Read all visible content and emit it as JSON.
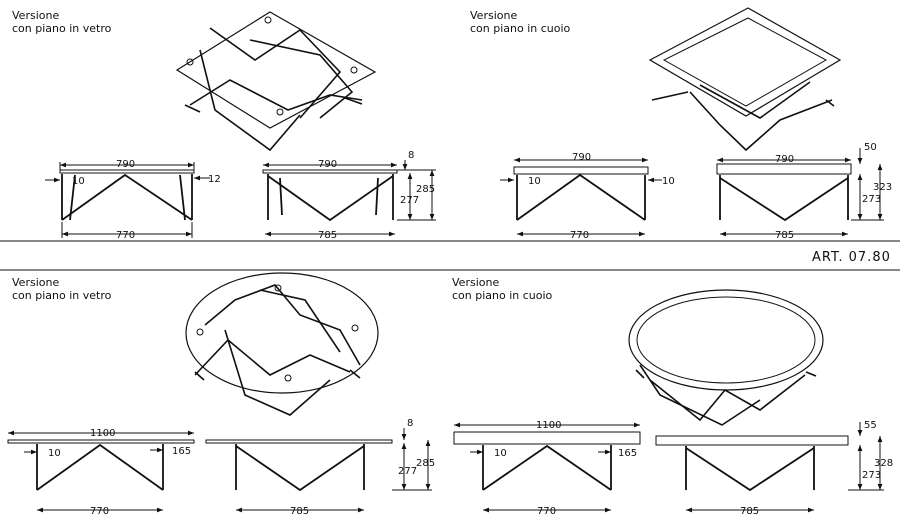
{
  "article": "ART. 07.80",
  "variants": [
    {
      "line1": "Versione",
      "line2": "con piano in vetro"
    },
    {
      "line1": "Versione",
      "line2": "con piano in cuoio"
    },
    {
      "line1": "Versione",
      "line2": "con piano in vetro"
    },
    {
      "line1": "Versione",
      "line2": "con piano in cuoio"
    }
  ],
  "dims": {
    "sq_glass": {
      "top": "790",
      "base": "770",
      "left": "10",
      "right": "12"
    },
    "sq_glass_s": {
      "top": "790",
      "base": "785",
      "thick": "8",
      "h1": "277",
      "h2": "285"
    },
    "sq_leather": {
      "top": "790",
      "base": "770",
      "left": "10",
      "right": "10"
    },
    "sq_leather_s": {
      "top": "790",
      "base": "785",
      "thick": "50",
      "h1": "273",
      "h2": "323"
    },
    "rd_glass": {
      "top": "1100",
      "base": "770",
      "left": "10",
      "right": "165"
    },
    "rd_glass_s": {
      "base": "785",
      "thick": "8",
      "h1": "277",
      "h2": "285"
    },
    "rd_leather": {
      "top": "1100",
      "base": "770",
      "left": "10",
      "right": "165"
    },
    "rd_leather_s": {
      "base": "785",
      "thick": "55",
      "h1": "273",
      "h2": "328"
    }
  }
}
